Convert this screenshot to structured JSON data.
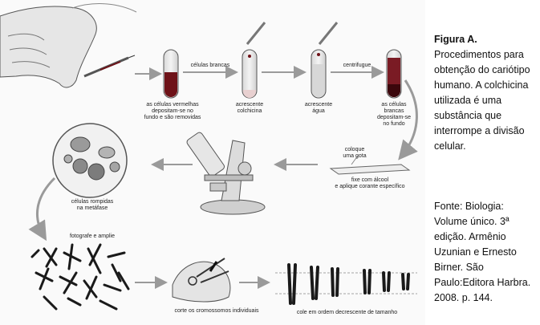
{
  "figure": {
    "labels": {
      "celulas_brancas": "células brancas",
      "centrifugue": "centrifugue",
      "hemacias": "as células vermelhas\ndepositam-se no\nfundo e são removidas",
      "colchicina": "acrescente\ncolchicina",
      "agua": "acrescente\nágua",
      "brancas_fundo": "as células\nbrancas\ndepositam-se\nno fundo",
      "gota": "coloque\numa gota",
      "corante": "fixe com álcool\ne aplique corante específico",
      "metafase": "células rompidas\nna metáfase",
      "fotografe": "fotografe e amplie",
      "corte": "corte os cromossomos individuais",
      "cole": "cole em ordem decrescente de tamanho"
    }
  },
  "caption": {
    "title": "Figura A.",
    "body": "Procedimentos para obtenção  do cariótipo humano.  A colchicina utilizada é uma substância que interrompe a divisão celular."
  },
  "source": {
    "text": "Fonte: Biologia: Volume único. 3ª edição. Armênio Uzunian e Ernesto Birner. São Paulo:Editora Harbra. 2008. p. 144."
  },
  "colors": {
    "blood": "#6e1218",
    "tube": "#e9e9e9",
    "ink": "#222222",
    "arrow": "#9a9a9a"
  }
}
